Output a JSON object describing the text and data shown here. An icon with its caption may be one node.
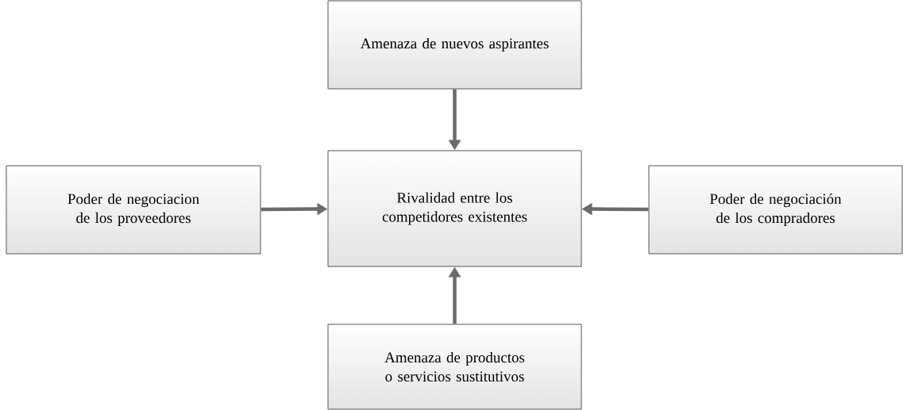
{
  "diagram": {
    "nodes": [
      {
        "text": [
          "Amenaza de nuevos aspirantes"
        ]
      },
      {
        "text": [
          "Poder de negociacion de los proveedores"
        ]
      },
      {
        "text": [
          "Rivalidad entre los competidores existentes"
        ]
      },
      {
        "text": [
          "Poder de negociación de los compradores"
        ]
      },
      {
        "text": [
          "Amenaza de productos o servicios sustitutivos"
        ]
      }
    ],
    "edges": [
      {
        "from": 0,
        "to": 2,
        "arrow": "to"
      },
      {
        "from": 1,
        "to": 2,
        "arrow": "to"
      },
      {
        "from": 3,
        "to": 2,
        "arrow": "to"
      },
      {
        "from": 4,
        "to": 2,
        "arrow": "to"
      }
    ]
  }
}
